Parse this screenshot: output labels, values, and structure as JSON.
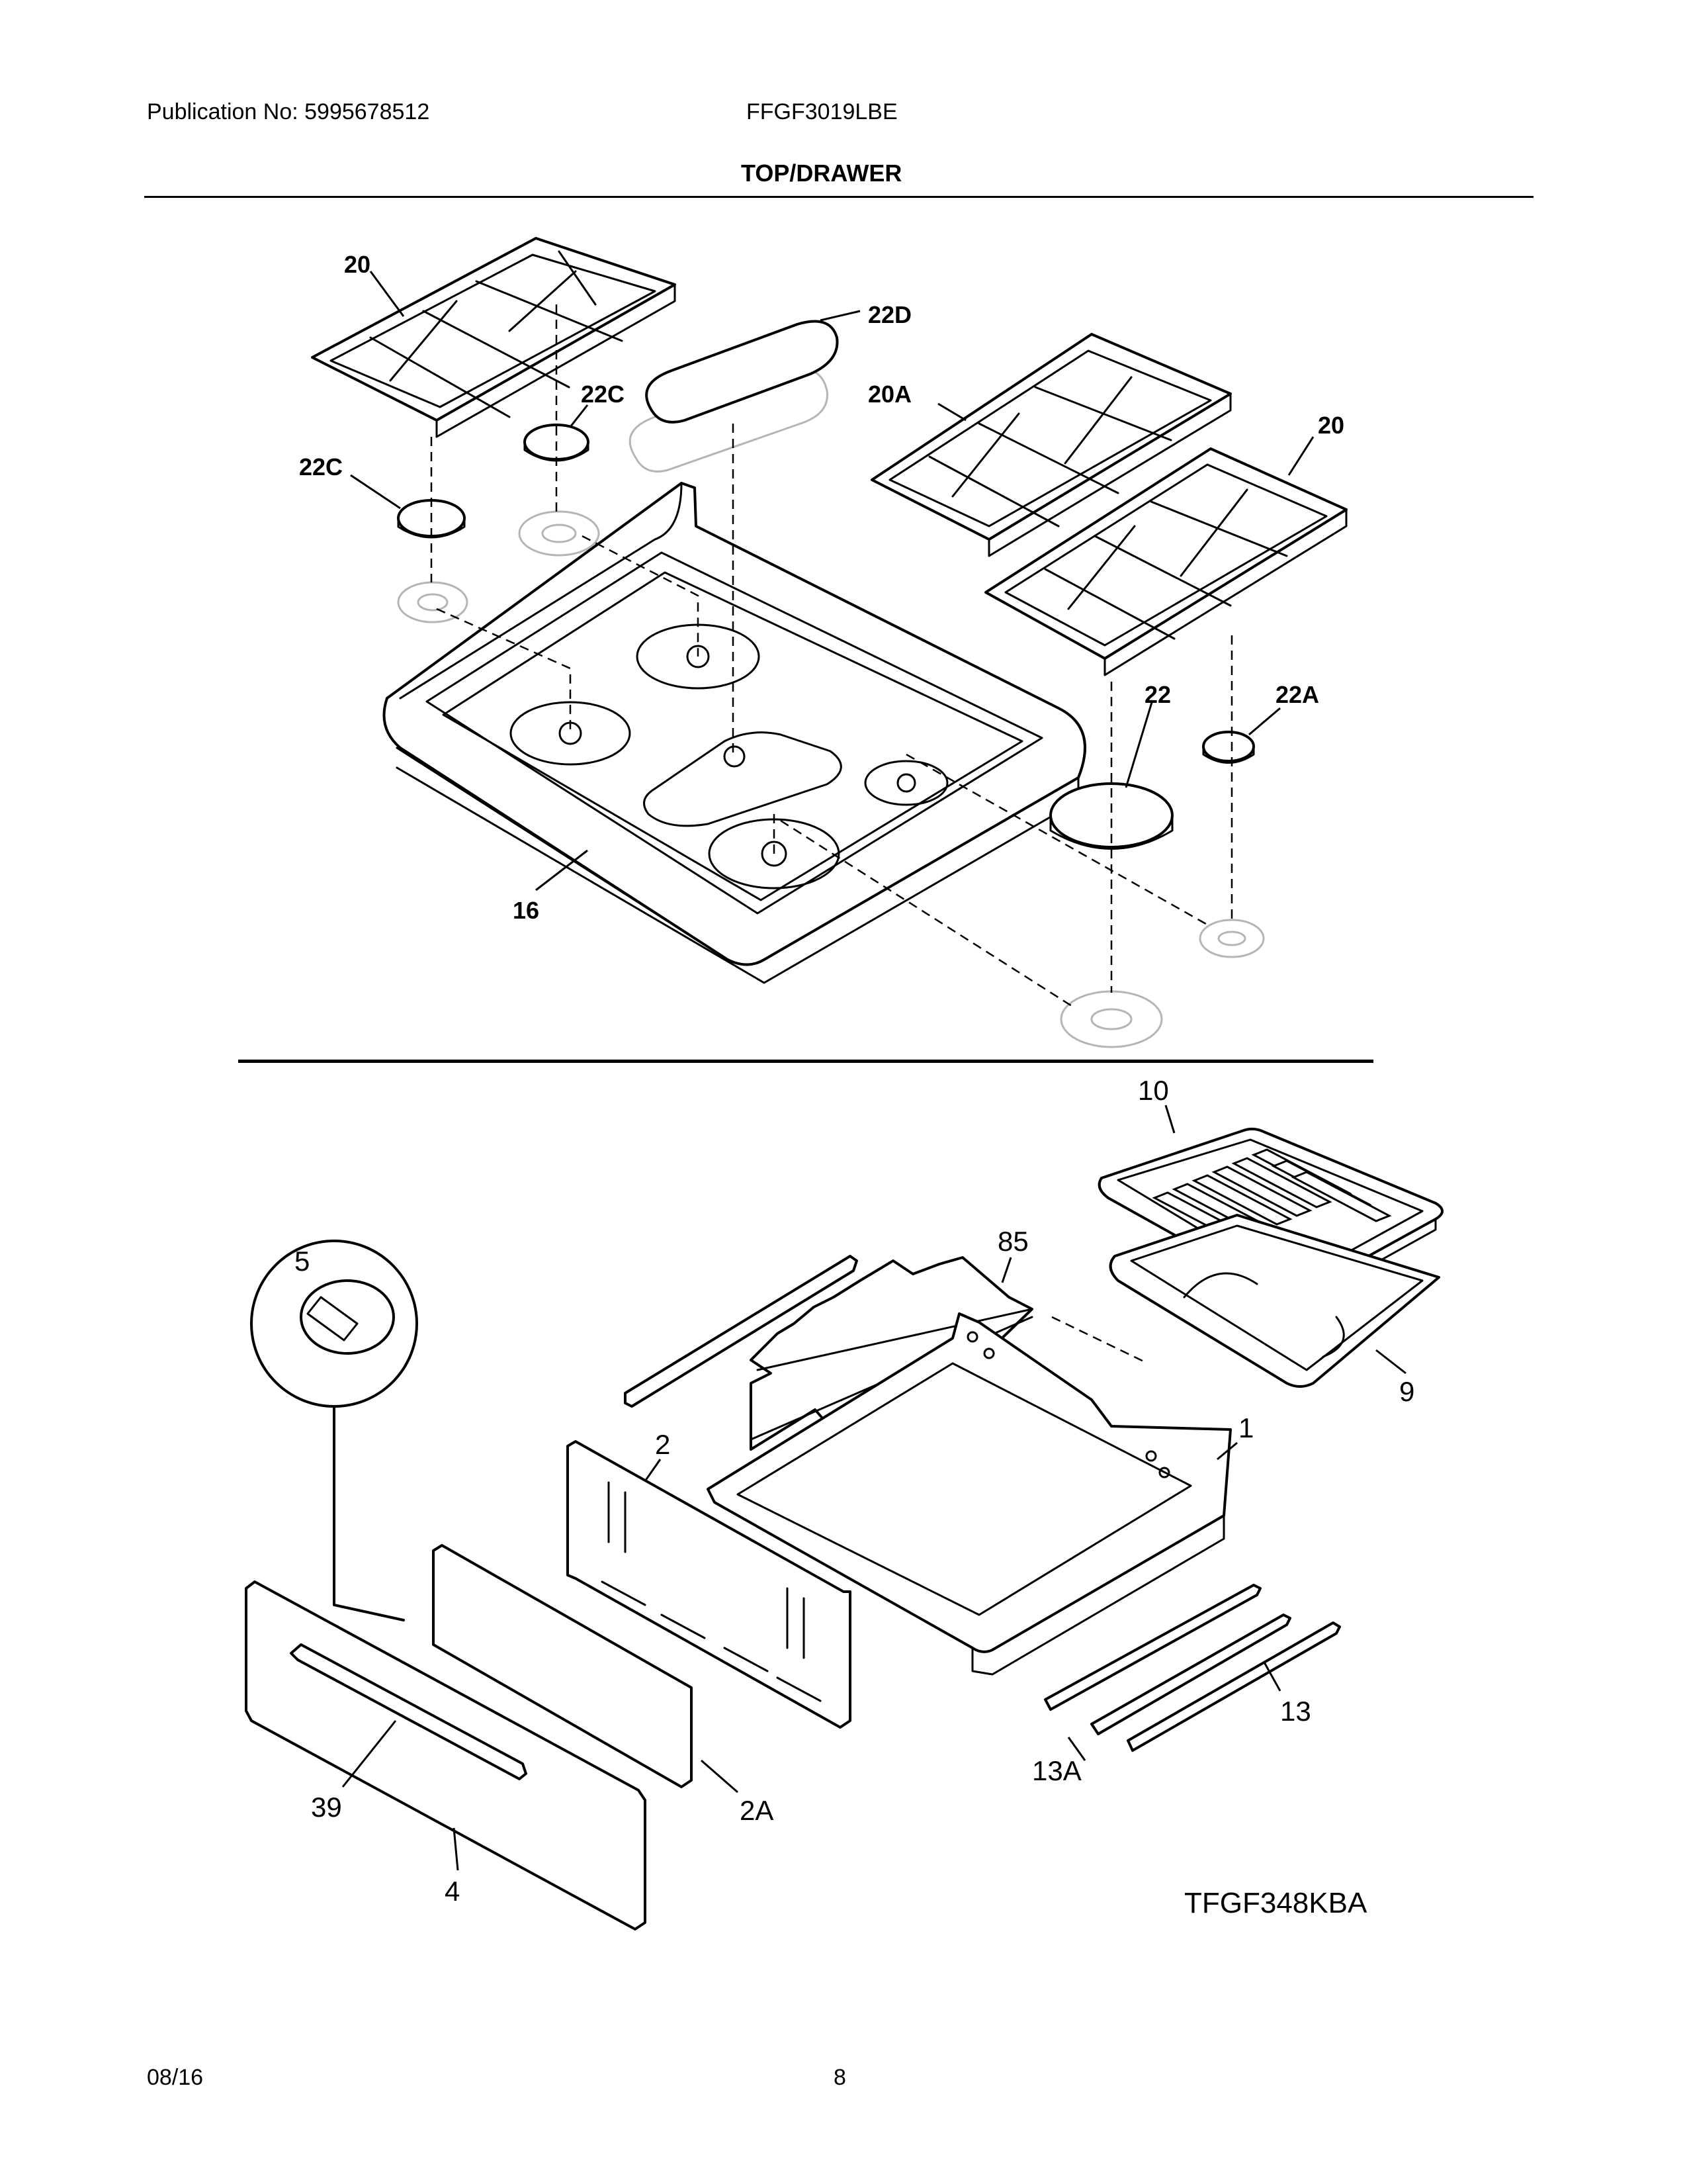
{
  "header": {
    "publication": "Publication No: 5995678512",
    "model": "FFGF3019LBE",
    "section_title": "TOP/DRAWER"
  },
  "top_callouts": {
    "grate_left": "20",
    "grate_right_front": "20",
    "grate_right_rear": "20A",
    "cap_left_front": "22C",
    "cap_left_rear": "22C",
    "cap_center_oval": "22D",
    "cap_right_large": "22",
    "cap_right_small": "22A",
    "cooktop": "16"
  },
  "drawer_callouts": {
    "broiler_grid": "10",
    "broiler_pan": "9",
    "drawer_liner": "85",
    "drawer_body": "1",
    "drawer_back": "2",
    "drawer_front_inner": "2A",
    "drawer_front_panel": "4",
    "handle": "39",
    "clip_detail": "5",
    "slide_rail": "13",
    "slide_rail_left": "13A"
  },
  "figure_code": "TFGF348KBA",
  "footer": {
    "date": "08/16",
    "page": "8"
  }
}
